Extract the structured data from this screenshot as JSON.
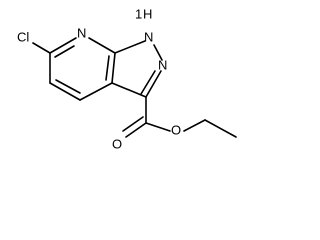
{
  "molecule": {
    "atoms": {
      "chlorine": "Cl",
      "pyridine_nitrogen": "N",
      "nh_nitrogen": "N",
      "nh_hydrogen": "H",
      "nh_hydrogen_number": "1",
      "pyrazole_nitrogen": "N",
      "ester_ether_oxygen": "O",
      "carbonyl_oxygen": "O"
    }
  }
}
